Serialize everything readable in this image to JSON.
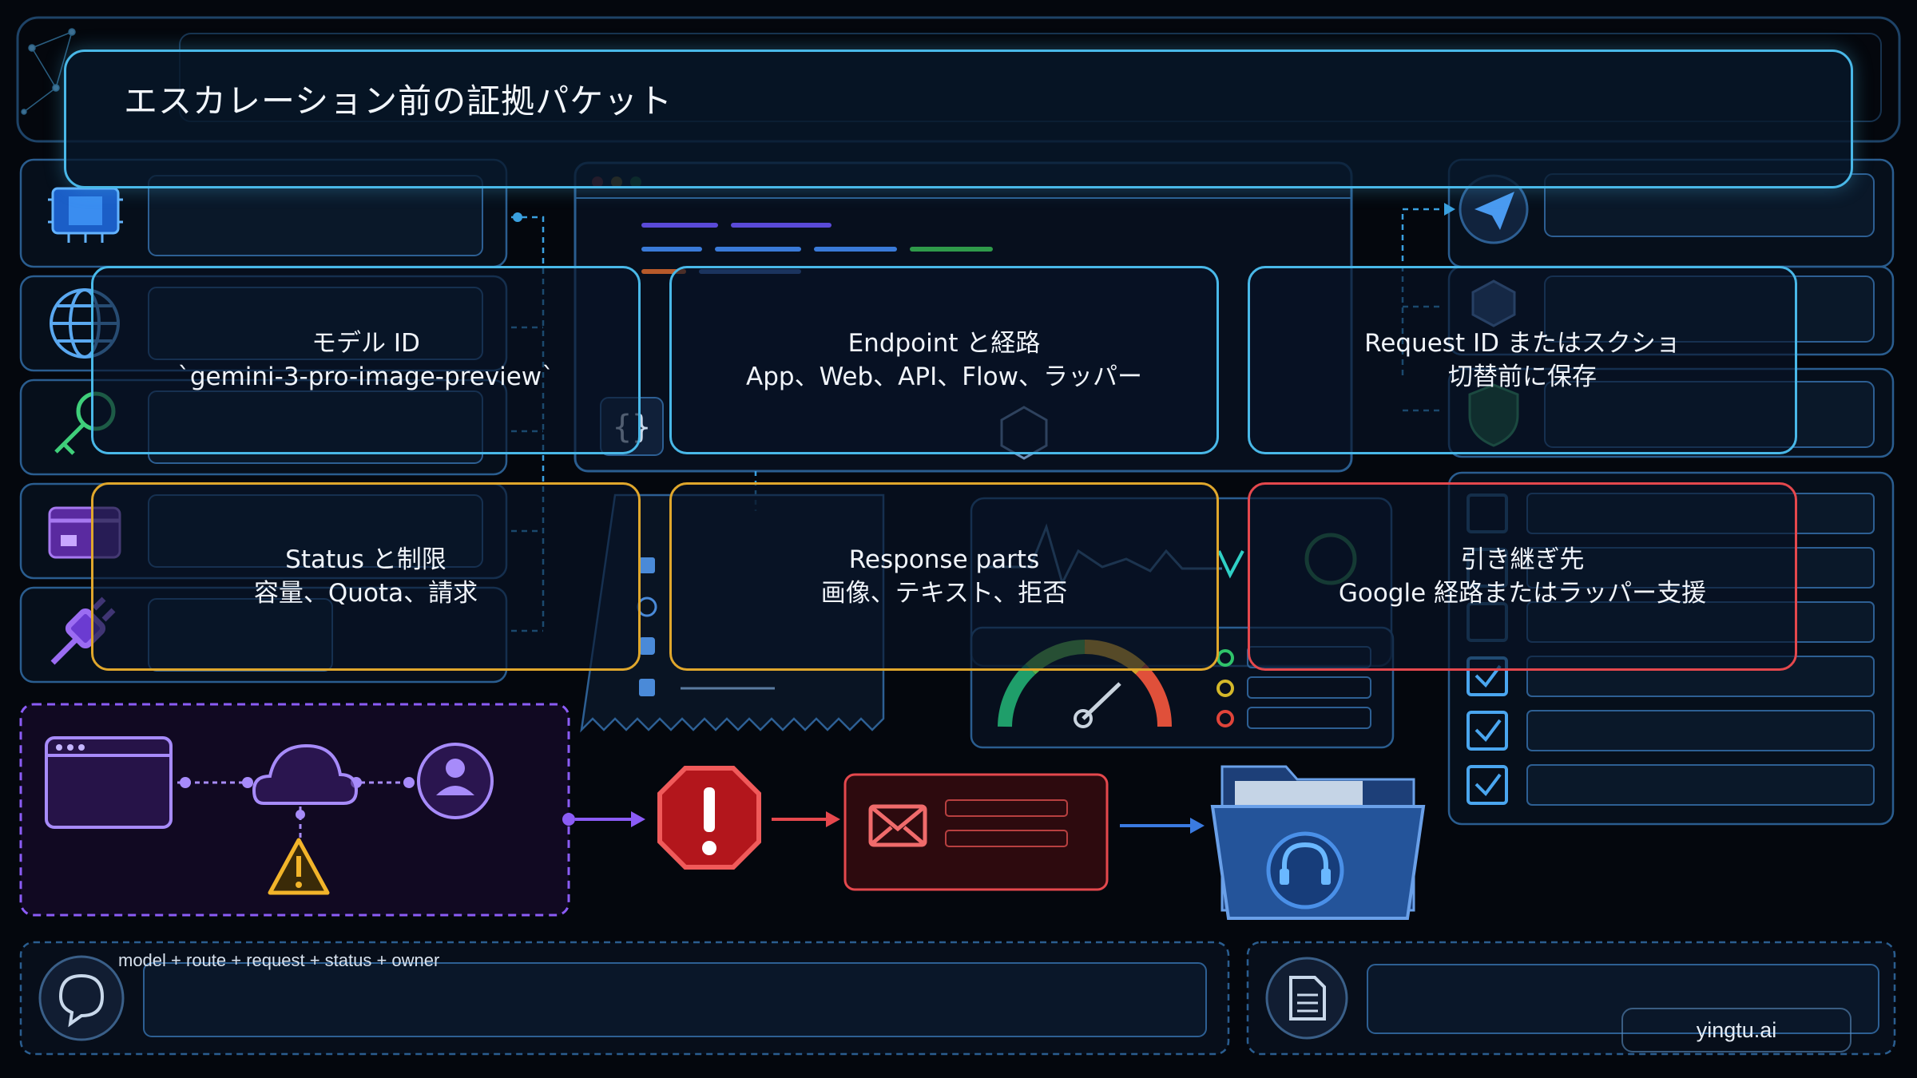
{
  "title": "エスカレーション前の証拠パケット",
  "cards": [
    {
      "line1": "モデル ID",
      "line2": "`gemini-3-pro-image-preview`",
      "tone": "blue"
    },
    {
      "line1": "Endpoint と経路",
      "line2": "App、Web、API、Flow、ラッパー",
      "tone": "blue"
    },
    {
      "line1": "Request ID またはスクショ",
      "line2": "切替前に保存",
      "tone": "blue"
    },
    {
      "line1": "Status と制限",
      "line2": "容量、Quota、請求",
      "tone": "amber"
    },
    {
      "line1": "Response parts",
      "line2": "画像、テキスト、拒否",
      "tone": "amber"
    },
    {
      "line1": "引き継ぎ先",
      "line2": "Google 経路またはラッパー支援",
      "tone": "red"
    }
  ],
  "footer": {
    "caption": "model + route + request + status + owner",
    "watermark": "yingtu.ai"
  },
  "colors": {
    "card_blue": "#49b8e8",
    "card_amber": "#e0a72c",
    "card_red": "#e5484d",
    "flow_purple": "#8b5cf6",
    "stop_red": "#d32f2f",
    "folder_blue": "#2d5ea8"
  },
  "icons": [
    "chip-icon",
    "globe-icon",
    "key-icon",
    "card-icon",
    "plug-icon",
    "send-icon",
    "cube-icon",
    "shield-icon",
    "browser-icon",
    "cloud-icon",
    "user-icon",
    "warning-icon",
    "stop-icon",
    "mail-icon",
    "folder-headset-icon",
    "chat-icon",
    "document-icon",
    "gauge-icon",
    "code-braces-icon",
    "check-icon"
  ]
}
